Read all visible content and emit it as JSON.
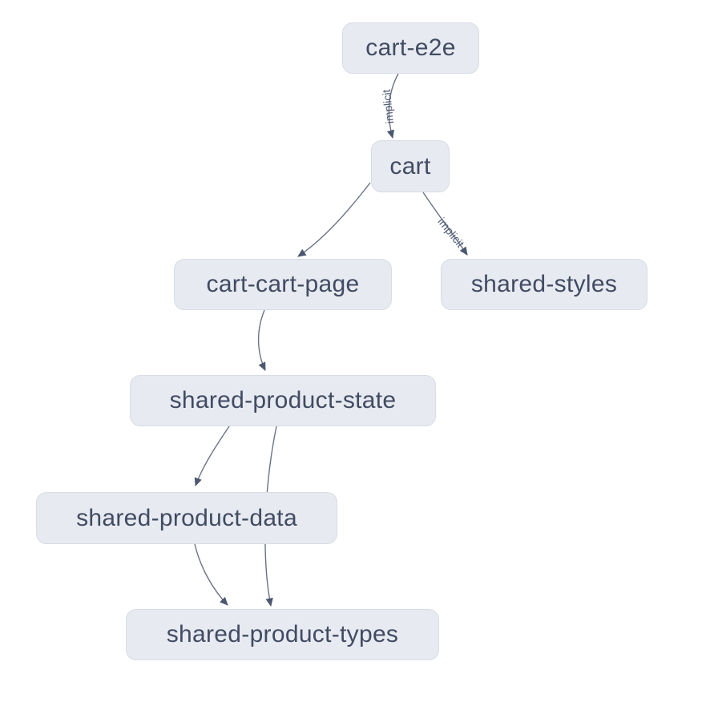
{
  "diagram": {
    "type": "dependency-graph",
    "background_color": "#ffffff",
    "node_style": {
      "fill": "#e7eaf0",
      "border": "#d8dce5",
      "text_color": "#414b63"
    },
    "edge_style": {
      "line_color": "#6a7386",
      "arrow_color": "#4c5870",
      "label_color": "#4f5a73"
    },
    "nodes": [
      {
        "id": "cart-e2e",
        "label": "cart-e2e"
      },
      {
        "id": "cart",
        "label": "cart"
      },
      {
        "id": "cart-cart-page",
        "label": "cart-cart-page"
      },
      {
        "id": "shared-styles",
        "label": "shared-styles"
      },
      {
        "id": "shared-product-state",
        "label": "shared-product-state"
      },
      {
        "id": "shared-product-data",
        "label": "shared-product-data"
      },
      {
        "id": "shared-product-types",
        "label": "shared-product-types"
      }
    ],
    "edges": [
      {
        "from": "cart-e2e",
        "to": "cart",
        "label": "implicit"
      },
      {
        "from": "cart",
        "to": "cart-cart-page",
        "label": ""
      },
      {
        "from": "cart",
        "to": "shared-styles",
        "label": "implicit"
      },
      {
        "from": "cart-cart-page",
        "to": "shared-product-state",
        "label": ""
      },
      {
        "from": "shared-product-state",
        "to": "shared-product-data",
        "label": ""
      },
      {
        "from": "shared-product-state",
        "to": "shared-product-types",
        "label": ""
      },
      {
        "from": "shared-product-data",
        "to": "shared-product-types",
        "label": ""
      }
    ]
  }
}
